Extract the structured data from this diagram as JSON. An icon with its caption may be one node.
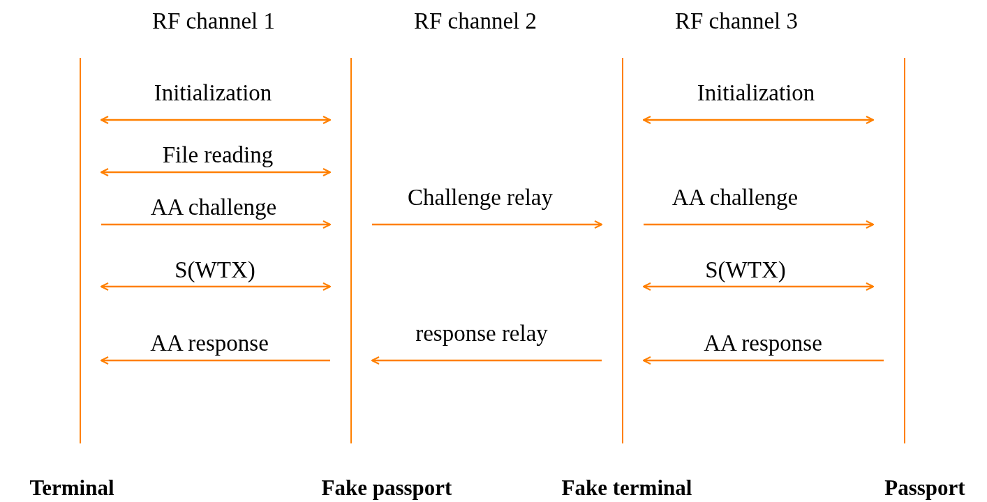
{
  "diagram": {
    "nodes": [
      {
        "text": [
          "Terminal"
        ]
      },
      {
        "text": [
          "Fake passport"
        ]
      },
      {
        "text": [
          "Fake terminal"
        ]
      },
      {
        "text": [
          "Passport"
        ]
      }
    ],
    "edges": [
      {
        "from": 0,
        "to": 1,
        "arrow": "both",
        "label": "Initialization"
      },
      {
        "from": 2,
        "to": 3,
        "arrow": "both",
        "label": "Initialization"
      },
      {
        "from": 0,
        "to": 1,
        "arrow": "both",
        "label": "File reading"
      },
      {
        "from": 0,
        "to": 1,
        "arrow": "to",
        "label": "AA challenge"
      },
      {
        "from": 1,
        "to": 2,
        "arrow": "to",
        "label": "Challenge relay"
      },
      {
        "from": 2,
        "to": 3,
        "arrow": "to",
        "label": "AA challenge"
      },
      {
        "from": 0,
        "to": 1,
        "arrow": "both",
        "label": "S(WTX)"
      },
      {
        "from": 2,
        "to": 3,
        "arrow": "both",
        "label": "S(WTX)"
      },
      {
        "from": 1,
        "to": 0,
        "arrow": "to",
        "label": "AA response"
      },
      {
        "from": 2,
        "to": 1,
        "arrow": "to",
        "label": "response relay"
      },
      {
        "from": 3,
        "to": 2,
        "arrow": "to",
        "label": "AA response"
      }
    ],
    "labels": [
      "RF channel 1",
      "RF channel 2",
      "RF channel 3"
    ]
  }
}
